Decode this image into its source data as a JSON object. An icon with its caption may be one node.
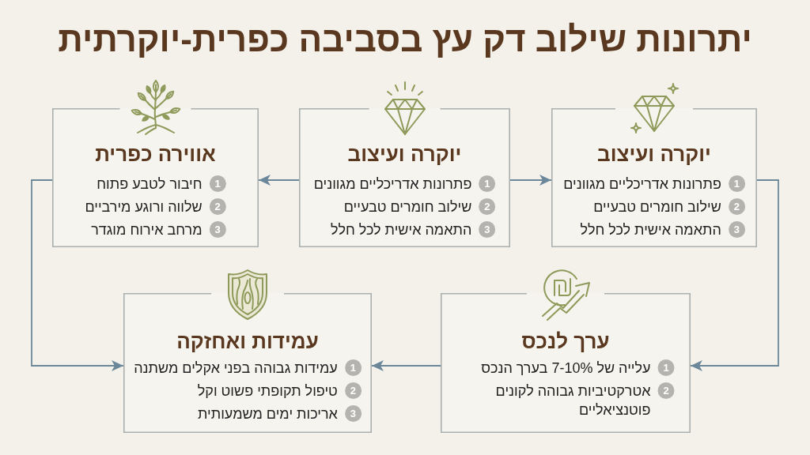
{
  "diagram": {
    "title": "יתרונות שילוב דק עץ בסביבה כפרית-יוקרתית",
    "nodes": [
      {
        "text": [
          "יוקרה ועיצוב",
          "1",
          "פתרונות אדריכליים מגוונים",
          "2",
          "שילוב חומרים טבעיים",
          "3",
          "התאמה אישית לכל חלל"
        ]
      },
      {
        "text": [
          "יוקרה ועיצוב",
          "1",
          "פתרונות אדריכליים מגוונים",
          "2",
          "שילוב חומרים טבעיים",
          "3",
          "התאמה אישית לכל חלל"
        ]
      },
      {
        "text": [
          "אווירה כפרית",
          "1",
          "חיבור לטבע פתוח",
          "2",
          "שלווה ורוגע מירביים",
          "3",
          "מרחב אירוח מוגדר"
        ]
      },
      {
        "text": [
          "ערך לנכס",
          "1",
          "עלייה של 7-10% בערך הנכס",
          "2",
          "אטרקטיביות גבוהה לקונים פוטנציאליים"
        ]
      },
      {
        "text": [
          "עמידות ואחזקה",
          "1",
          "עמידות גבוהה בפני אקלים משתנה",
          "2",
          "טיפול תקופתי פשוט וקל",
          "3",
          "אריכות ימים משמעותית"
        ]
      }
    ],
    "edges": [
      {
        "from": 1,
        "to": 0,
        "arrow": "to"
      },
      {
        "from": 1,
        "to": 2,
        "arrow": "to"
      },
      {
        "from": 0,
        "to": 3,
        "arrow": "to"
      },
      {
        "from": 3,
        "to": 4,
        "arrow": "to"
      },
      {
        "from": 2,
        "to": 4,
        "arrow": "to"
      }
    ]
  }
}
